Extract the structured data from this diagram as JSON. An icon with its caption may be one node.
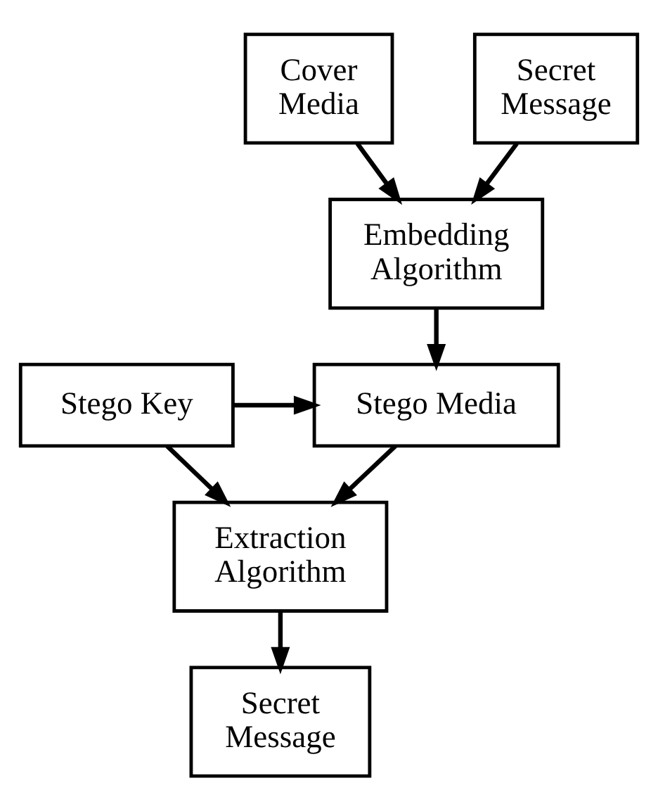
{
  "diagram": {
    "nodes": [
      {
        "text": [
          "Cover Media"
        ]
      },
      {
        "text": [
          "Secret Message"
        ]
      },
      {
        "text": [
          "Embedding Algorithm"
        ]
      },
      {
        "text": [
          "Stego Media"
        ]
      },
      {
        "text": [
          "Stego Key"
        ]
      },
      {
        "text": [
          "Extraction Algorithm"
        ]
      },
      {
        "text": [
          "Secret Message"
        ]
      }
    ],
    "edges": [
      {
        "from": 0,
        "to": 2,
        "arrow": "to"
      },
      {
        "from": 1,
        "to": 2,
        "arrow": "to"
      },
      {
        "from": 2,
        "to": 3,
        "arrow": "to"
      },
      {
        "from": 4,
        "to": 3,
        "arrow": "to"
      },
      {
        "from": 3,
        "to": 5,
        "arrow": "to"
      },
      {
        "from": 4,
        "to": 5,
        "arrow": "to"
      },
      {
        "from": 5,
        "to": 6,
        "arrow": "to"
      }
    ]
  }
}
